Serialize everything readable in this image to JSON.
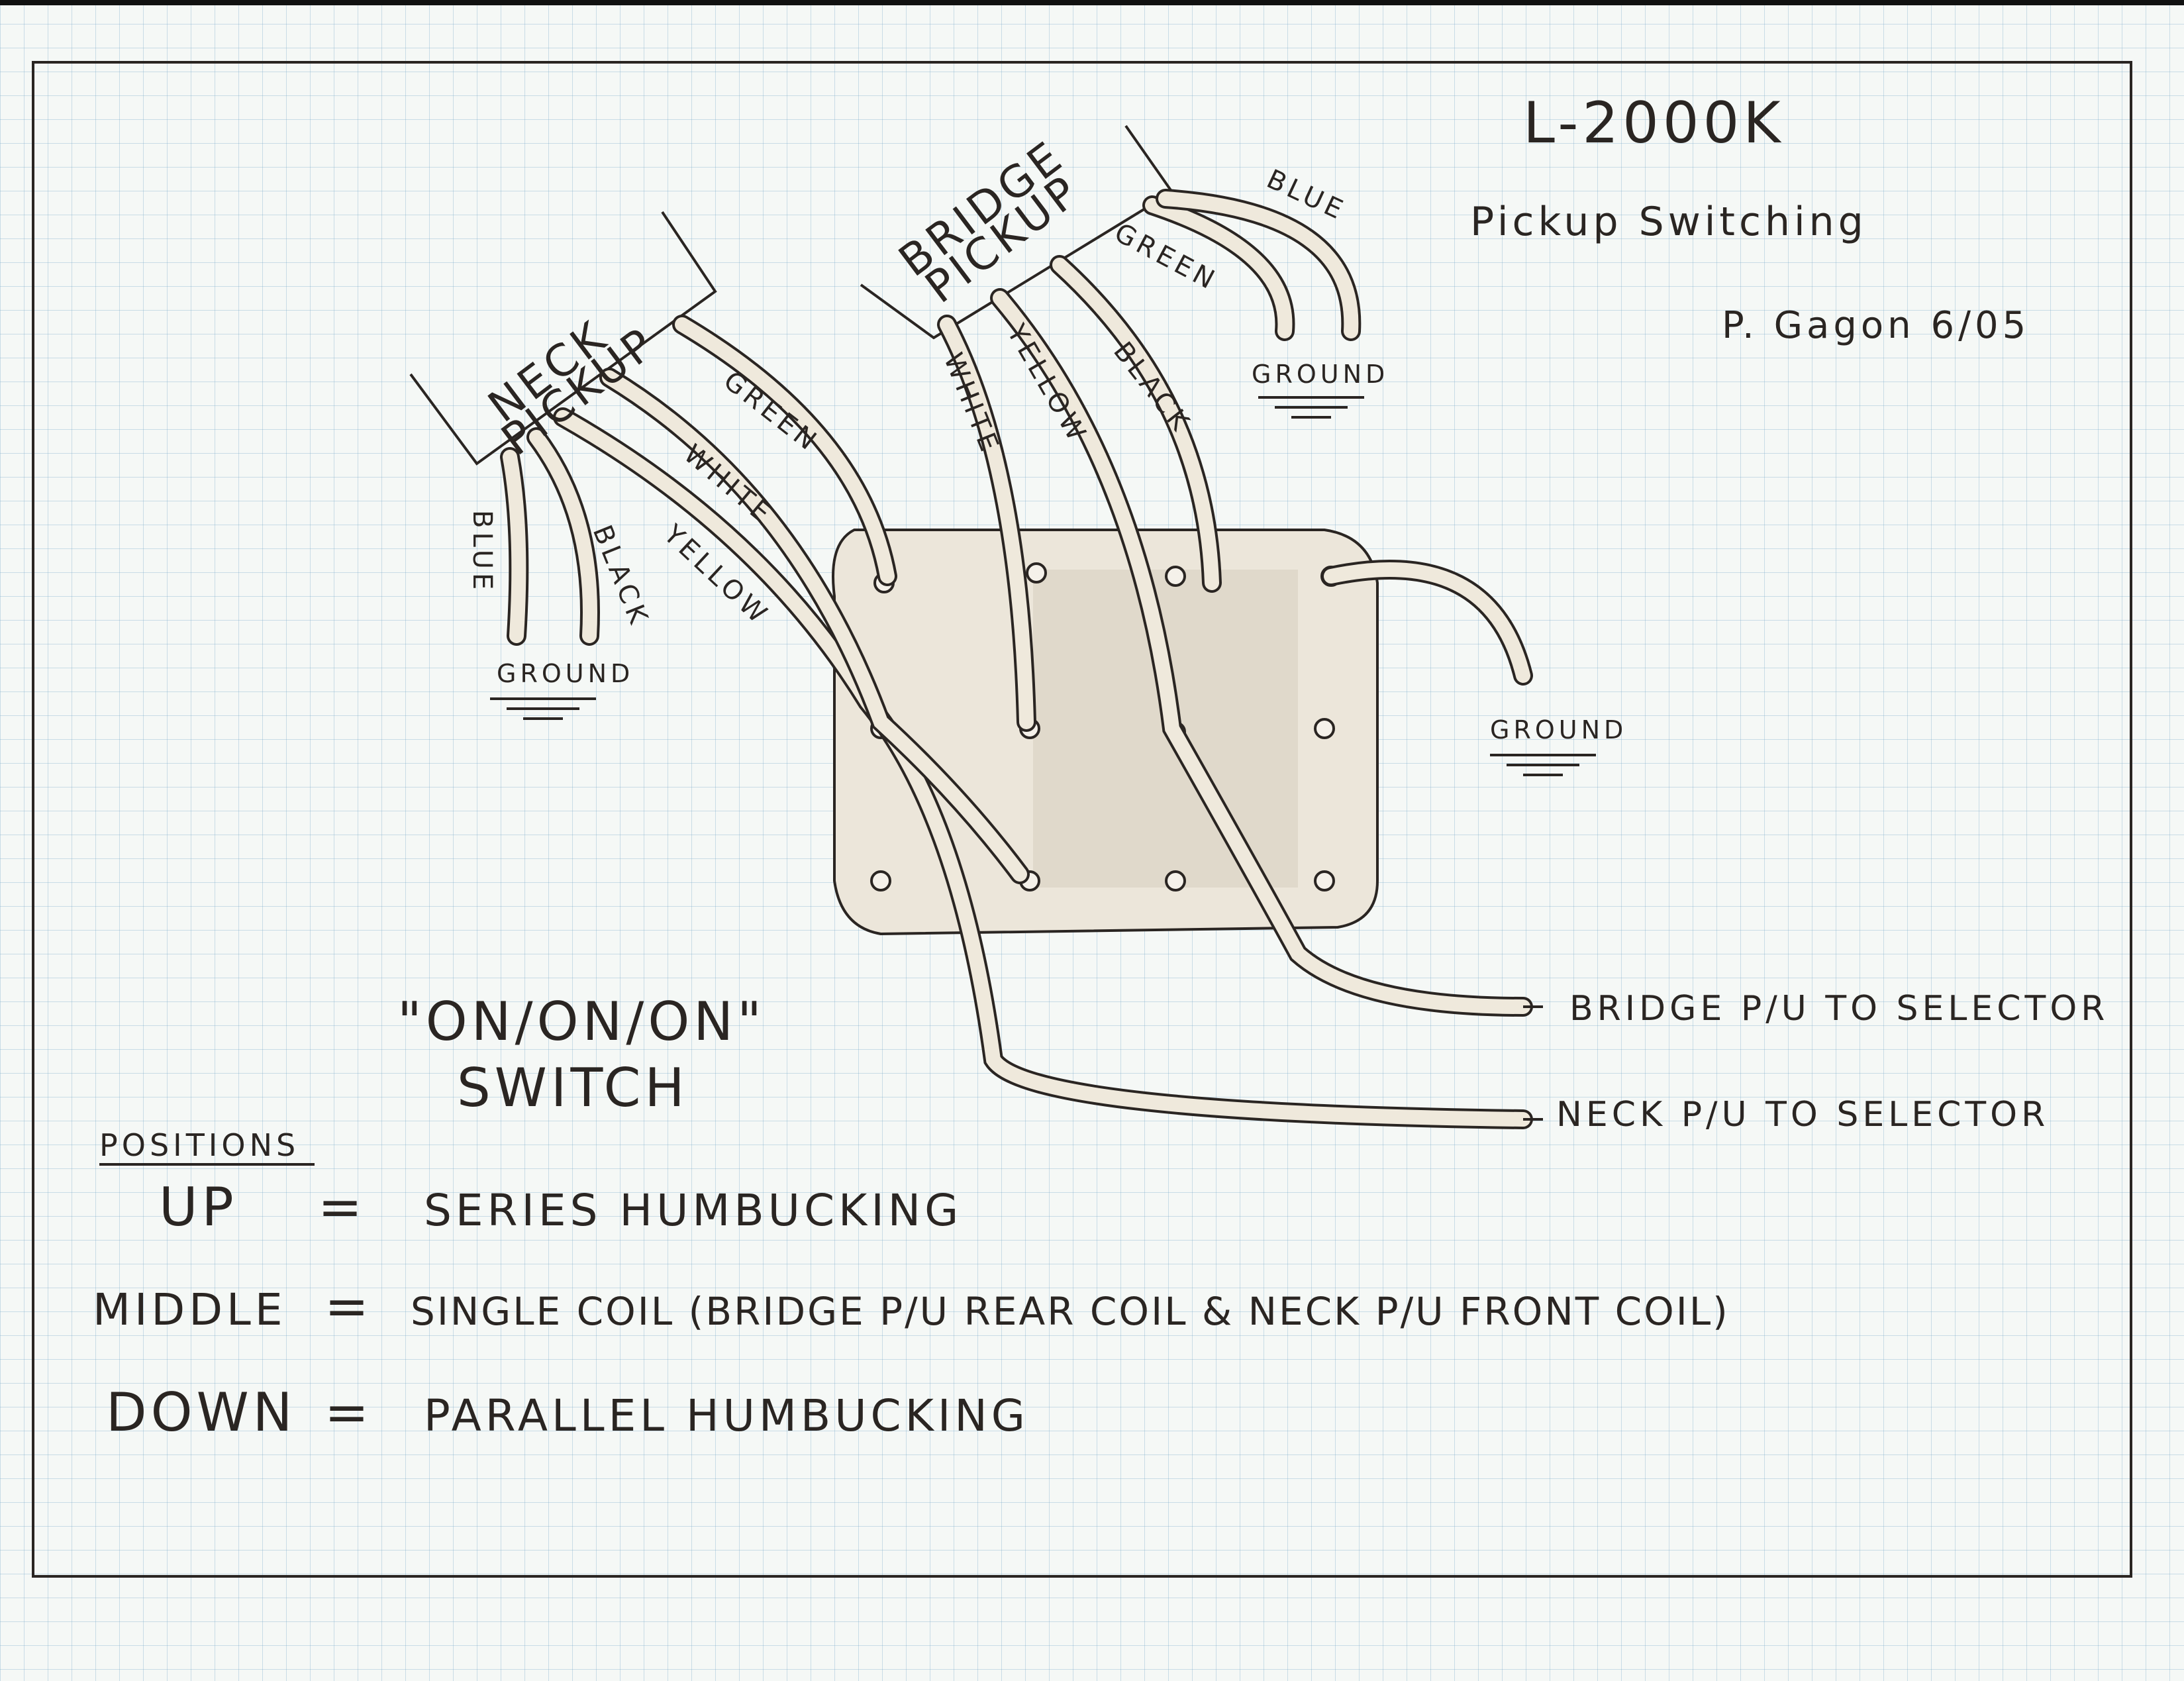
{
  "header": {
    "model": "L-2000K",
    "subtitle": "Pickup Switching",
    "author_date": "P. Gagon 6/05"
  },
  "pickups": {
    "neck": {
      "label_line1": "NECK",
      "label_line2": "PICKUP"
    },
    "bridge": {
      "label_line1": "BRIDGE",
      "label_line2": "PICKUP"
    }
  },
  "wire_colors": {
    "neck": [
      "BLUE",
      "BLACK",
      "YELLOW",
      "WHITE",
      "GREEN"
    ],
    "bridge": [
      "WHITE",
      "YELLOW",
      "BLACK",
      "GREEN",
      "BLUE"
    ]
  },
  "grounds": {
    "neck_ground": "GROUND",
    "bridge_ground": "GROUND",
    "switch_ground": "GROUND"
  },
  "outputs": {
    "bridge": "BRIDGE P/U TO SELECTOR",
    "neck": "NECK P/U TO SELECTOR"
  },
  "switch": {
    "type_line1": "\"ON/ON/ON\"",
    "type_line2": "SWITCH"
  },
  "positions": {
    "heading": "POSITIONS",
    "rows": [
      {
        "position": "UP",
        "equals": "=",
        "description": "SERIES HUMBUCKING"
      },
      {
        "position": "MIDDLE",
        "equals": "=",
        "description": "SINGLE COIL (BRIDGE P/U REAR COIL & NECK P/U FRONT COIL)"
      },
      {
        "position": "DOWN",
        "equals": "=",
        "description": "PARALLEL HUMBUCKING"
      }
    ]
  }
}
